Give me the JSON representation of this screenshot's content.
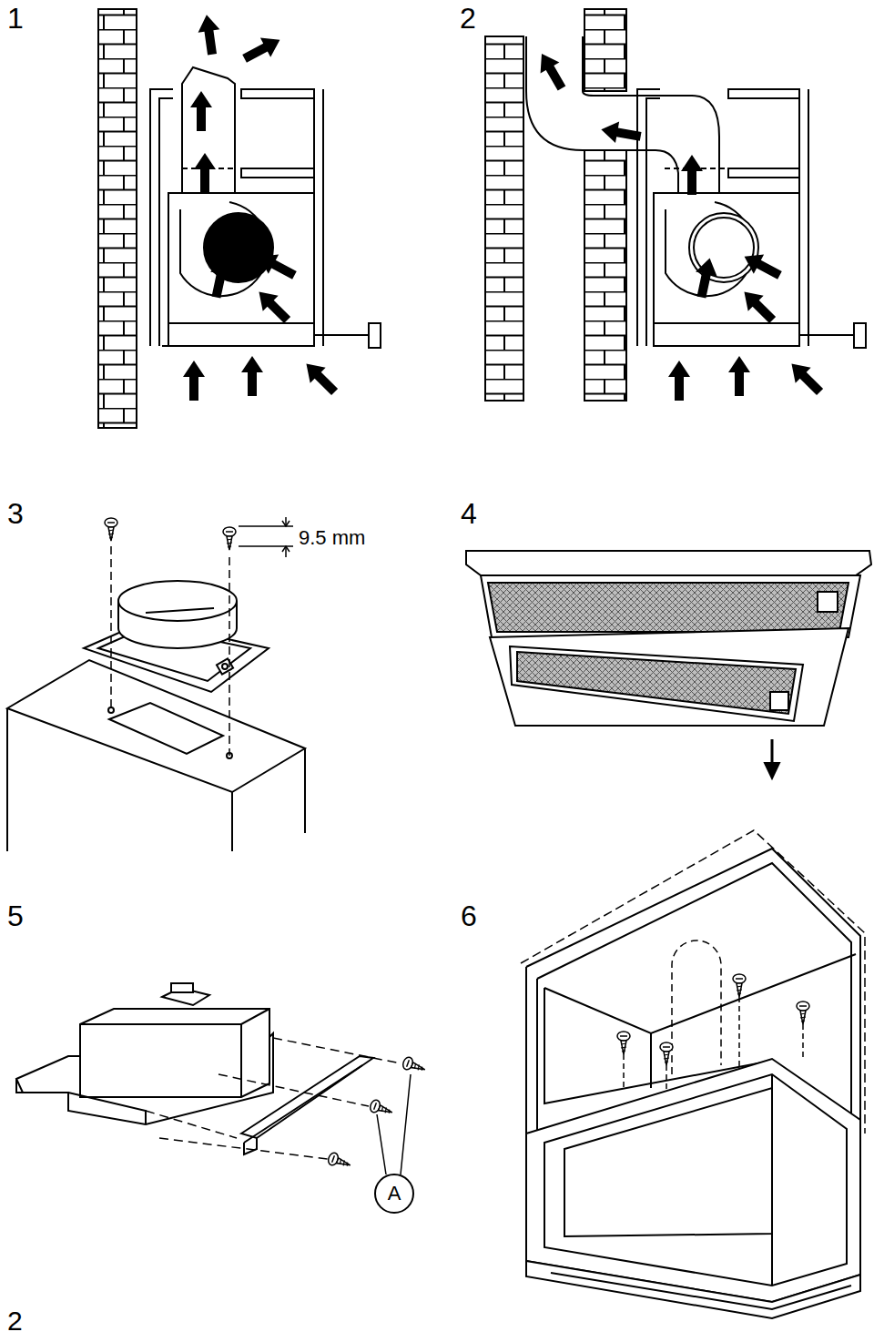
{
  "diagram": {
    "nodes": [
      {
        "text": [
          "A"
        ]
      }
    ],
    "edges": [],
    "labels": [
      "1",
      "2",
      "3",
      "9.5 mm",
      "4",
      "5",
      "6",
      "2"
    ]
  }
}
